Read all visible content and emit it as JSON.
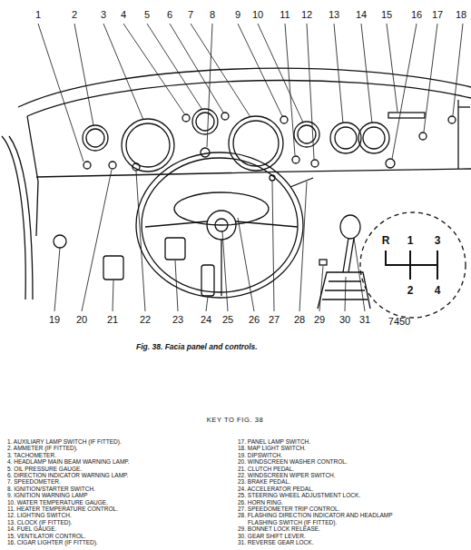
{
  "diagram": {
    "caption": "Fig. 38. Facia panel and controls.",
    "labels": [
      "1",
      "2",
      "3",
      "4",
      "5",
      "6",
      "7",
      "8",
      "9",
      "10",
      "11",
      "12",
      "13",
      "14",
      "15",
      "16",
      "17",
      "18",
      "19",
      "20",
      "21",
      "22",
      "23",
      "24",
      "25",
      "26",
      "27",
      "28",
      "29",
      "30",
      "31",
      "R",
      "1",
      "3",
      "2",
      "4",
      "7450",
      "KEY TO FIG. 38",
      "1. AUXILIARY LAMP SWITCH (IF FITTED).",
      "2. AMMETER (IF FITTED).",
      "3. TACHOMETER.",
      "4. HEADLAMP MAIN BEAM WARNING LAMP.",
      "5. OIL PRESSURE GAUGE.",
      "6. DIRECTION INDICATOR WARNING LAMP.",
      "7. SPEEDOMETER.",
      "8. IGNITION/STARTER SWITCH.",
      "9. IGNITION WARNING LAMP",
      "10. WATER TEMPERATURE GAUGE.",
      "11. HEATER TEMPERATURE CONTROL.",
      "12. LIGHTING SWITCH.",
      "13. CLOCK (IF FITTED).",
      "14. FUEL GAUGE.",
      "15. VENTILATOR CONTROL.",
      "16. CIGAR LIGHTER (IF FITTED).",
      "17. PANEL LAMP SWITCH.",
      "18. MAP LIGHT SWITCH.",
      "19. DIPSWITCH.",
      "20. WINDSCREEN WASHER CONTROL.",
      "21. CLUTCH PEDAL.",
      "22. WINDSCREEN WIPER SWITCH.",
      "23. BRAKE PEDAL.",
      "24. ACCELERATOR PEDAL.",
      "25. STEERING WHEEL ADJUSTMENT LOCK.",
      "26. HORN RING.",
      "27. SPEEDOMETER TRIP CONTROL.",
      "28. FLASHING DIRECTION INDICATOR AND HEADLAMP FLASHING SWITCH (IF FITTED).",
      "29. BONNET LOCK RELEASE.",
      "30. GEAR SHIFT LEVER.",
      "31. REVERSE GEAR LOCK."
    ]
  }
}
